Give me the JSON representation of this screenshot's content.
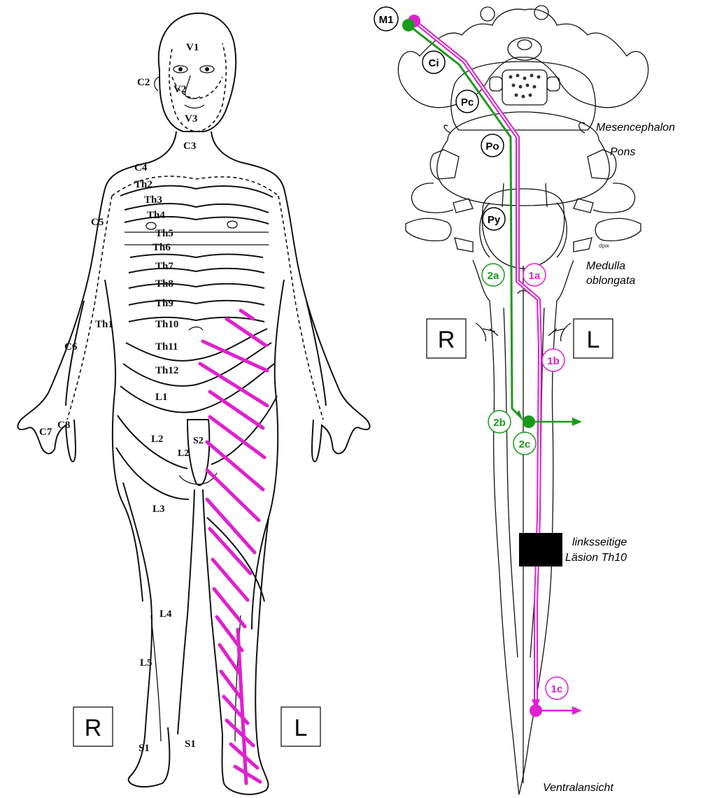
{
  "dermatomes": {
    "head": [
      "V1",
      "V2",
      "V3",
      "C2",
      "C3"
    ],
    "trunk": [
      "C4",
      "Th2",
      "Th3",
      "Th4",
      "Th5",
      "Th6",
      "Th7",
      "Th8",
      "Th9",
      "Th10",
      "Th11",
      "Th12",
      "C5",
      "Th1",
      "C6",
      "C7",
      "C8"
    ],
    "lower": [
      "L1",
      "L2",
      "L3",
      "L4",
      "L5",
      "S1",
      "S1",
      "S2",
      "L2"
    ]
  },
  "body_sides": {
    "right": "R",
    "left": "L"
  },
  "brainstem": {
    "structures": [
      "M1",
      "Ci",
      "Pc",
      "Po",
      "Py"
    ],
    "regions": [
      "Mesencephalon",
      "Pons",
      "Medulla oblongata"
    ],
    "medulla_line1": "Medulla",
    "medulla_line2": "oblongata",
    "sides": {
      "right": "R",
      "left": "L"
    },
    "pink_tags": [
      "1a",
      "1b",
      "1c"
    ],
    "green_tags": [
      "2a",
      "2b",
      "2c"
    ],
    "lesion_line1": "linksseitige",
    "lesion_line2": "Läsion Th10",
    "view": "Ventralansicht",
    "credit": "dpw"
  },
  "colors": {
    "pink": "#e020d0",
    "green": "#1a9a1a",
    "lesion": "#000000"
  }
}
